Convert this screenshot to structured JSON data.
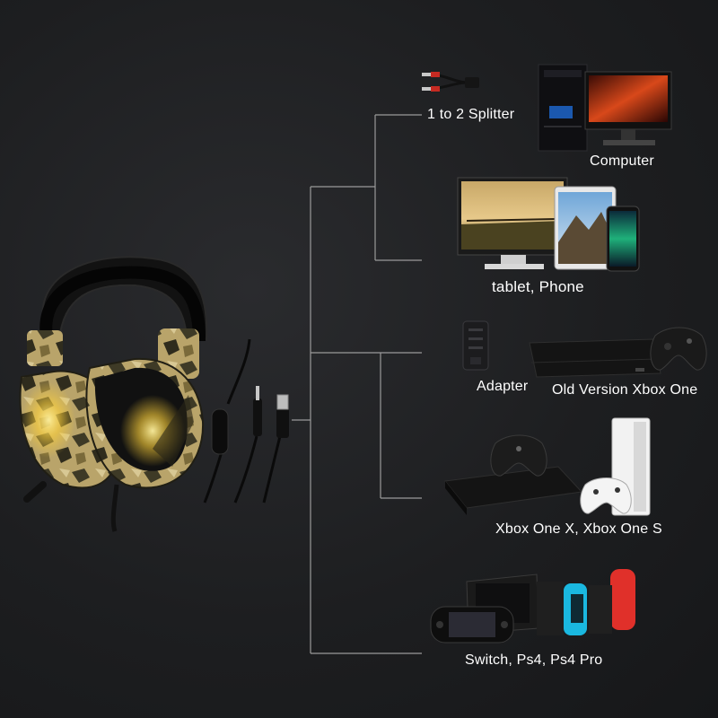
{
  "labels": {
    "splitter": "1 to 2 Splitter",
    "computer": "Computer",
    "tablet_prefix": "tablet",
    "tablet_suffix": ", Phone",
    "adapter": "Adapter",
    "xbox_old": "Old Version Xbox One",
    "xbox_new": "Xbox One X, Xbox One S",
    "switch": "Switch, Ps4, Ps4 Pro"
  },
  "colors": {
    "background": "#1d1e20",
    "line": "#9a9a9a",
    "camo_sand": "#b9a46a",
    "camo_dark": "#3e3a26",
    "led_glow": "#ffd23a",
    "switch_red": "#e0302a",
    "switch_blue": "#1ab8e0"
  },
  "icons": [
    "headset-icon",
    "cable-icon",
    "splitter-icon",
    "computer-icon",
    "monitor-icon",
    "tablet-icon",
    "phone-icon",
    "adapter-icon",
    "xbox-console-icon",
    "gamepad-icon",
    "switch-icon",
    "psp-icon"
  ]
}
